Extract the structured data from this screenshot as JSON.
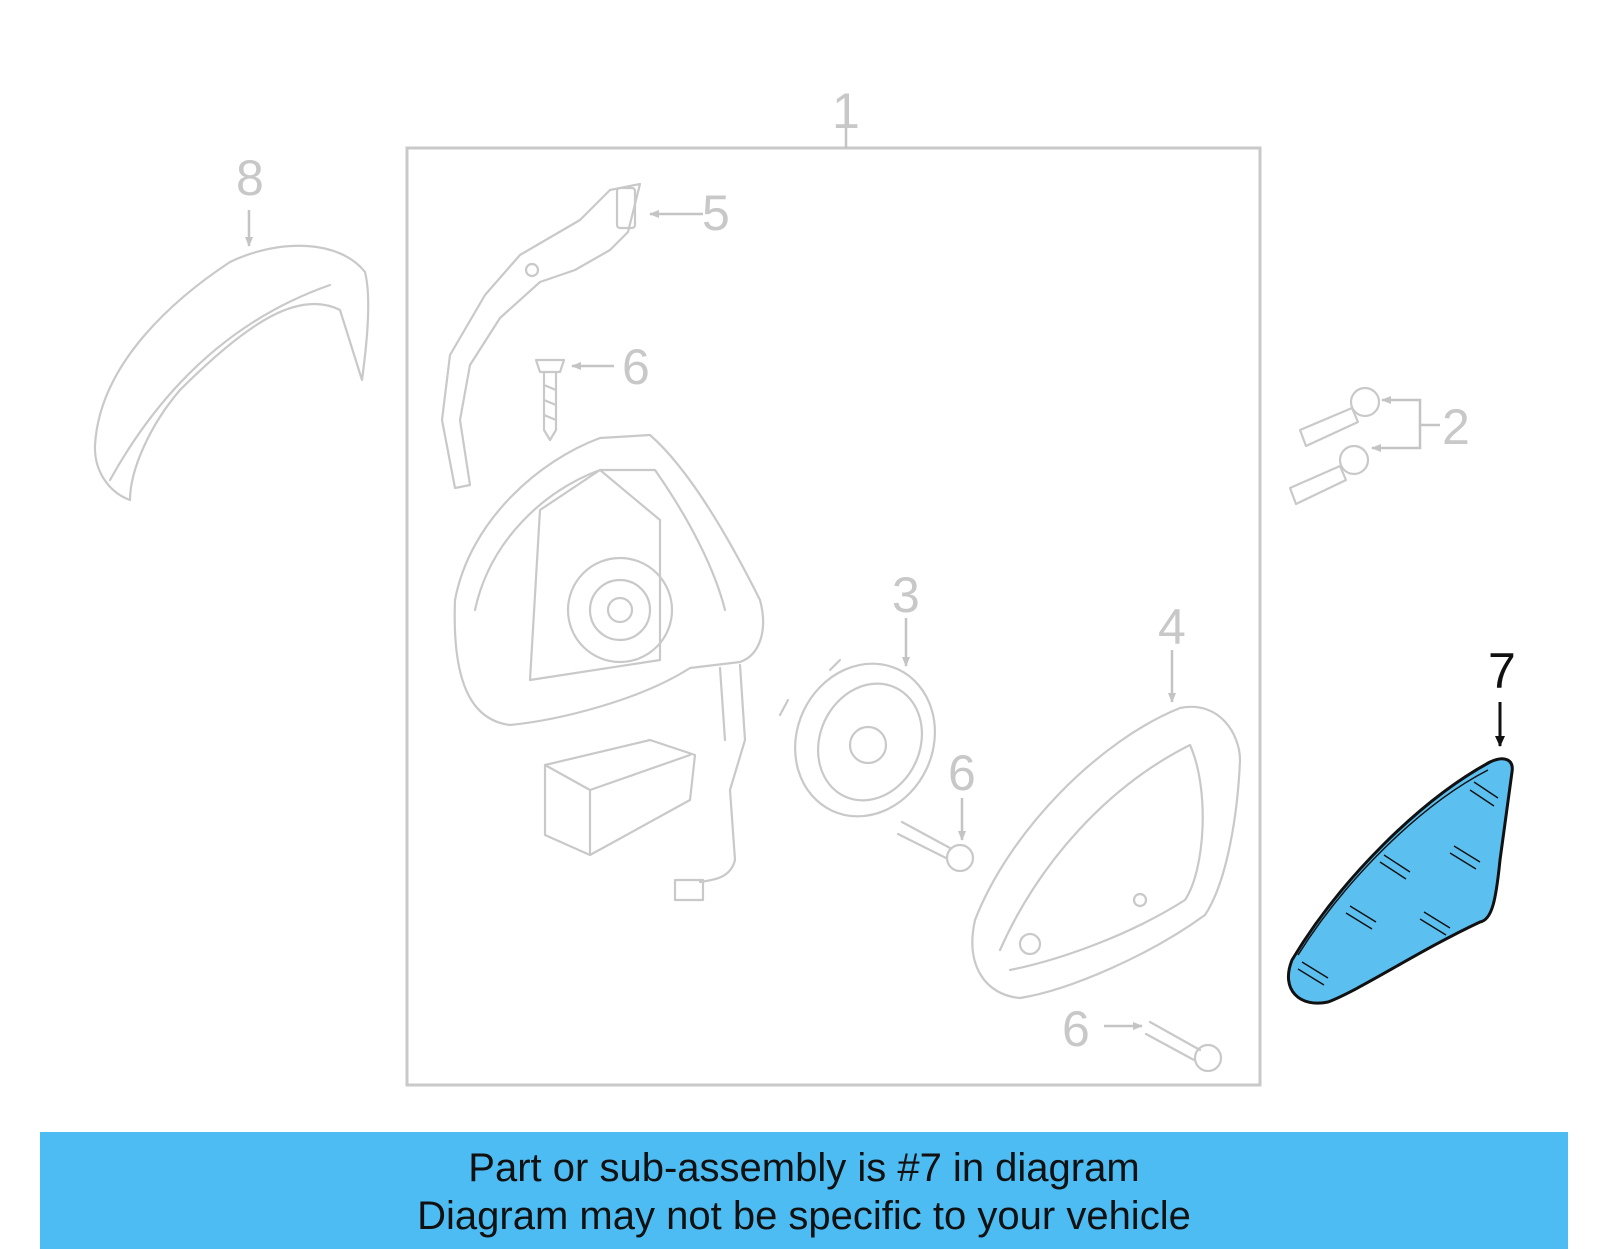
{
  "colors": {
    "highlight_fill": "#5bc0f0",
    "banner": "#4dbcf3",
    "dim_line": "#c9c9c9",
    "active_line": "#111111"
  },
  "callouts": [
    {
      "id": "1",
      "label": "1"
    },
    {
      "id": "2",
      "label": "2"
    },
    {
      "id": "3",
      "label": "3"
    },
    {
      "id": "4",
      "label": "4"
    },
    {
      "id": "5",
      "label": "5"
    },
    {
      "id": "6a",
      "label": "6"
    },
    {
      "id": "6b",
      "label": "6"
    },
    {
      "id": "6c",
      "label": "6"
    },
    {
      "id": "7",
      "label": "7"
    },
    {
      "id": "8",
      "label": "8"
    }
  ],
  "highlighted_part": "7",
  "banner": {
    "line1": "Part or sub-assembly is #7 in diagram",
    "line2": "Diagram may not be specific to your vehicle"
  }
}
